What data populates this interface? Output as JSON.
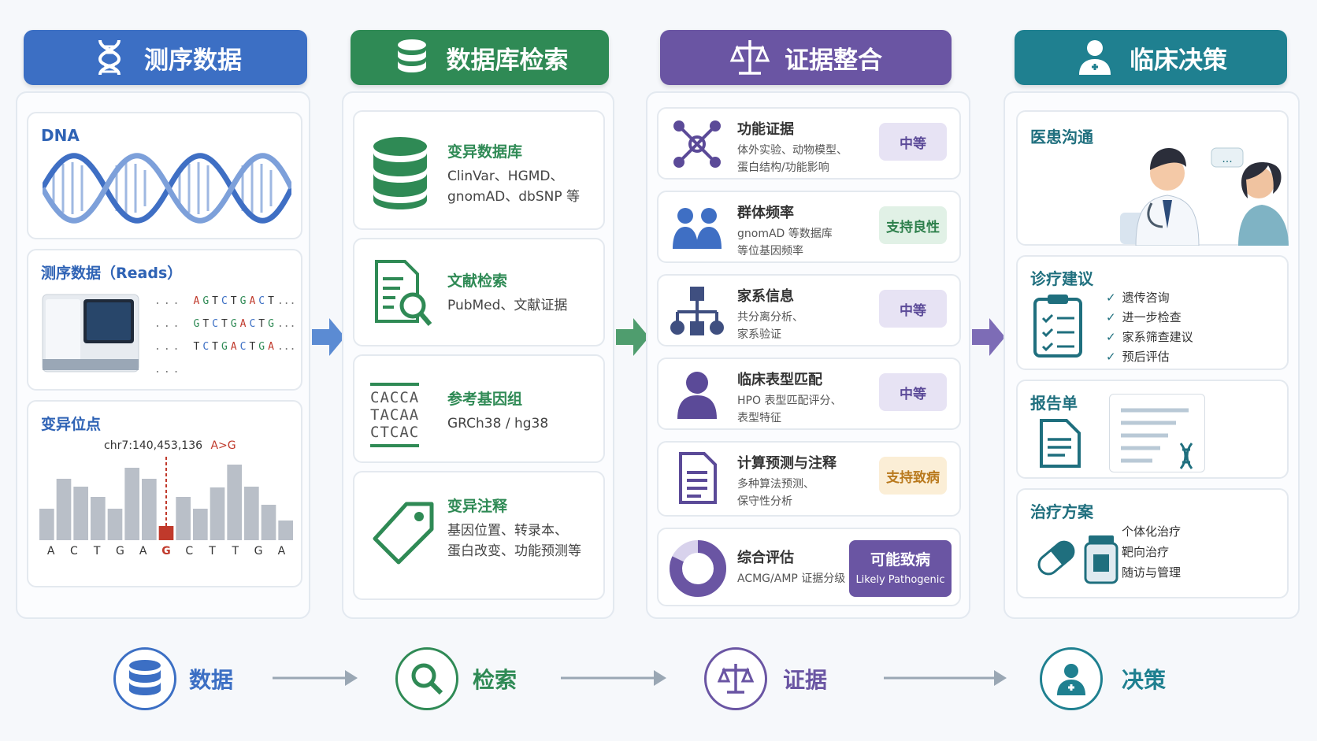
{
  "columns": [
    {
      "title": "测序数据",
      "color": "#3c6fc4"
    },
    {
      "title": "数据库检索",
      "color": "#2f8a55"
    },
    {
      "title": "证据整合",
      "color": "#6a55a3"
    },
    {
      "title": "临床决策",
      "color": "#1f8090"
    }
  ],
  "seq": {
    "dna_label": "DNA",
    "reads_label": "测序数据（Reads）",
    "reads": [
      "AGTCTGACT",
      "GTCTGACTG",
      "TCTGACTGA"
    ],
    "ellipsis": "...",
    "variant_label": "变异位点",
    "position": "chr7:140,453,136",
    "change": "A>G",
    "bases": [
      "A",
      "C",
      "T",
      "G",
      "A",
      "G",
      "C",
      "T",
      "T",
      "G",
      "A"
    ],
    "highlight_index": 5,
    "coverage": [
      [
        0.4,
        0.78,
        0.68,
        0.55,
        0.4,
        0.92,
        0.78,
        0.18,
        0.55,
        0.4,
        0.67,
        0.96,
        0.68,
        0.45,
        0.25
      ]
    ]
  },
  "db": [
    {
      "title": "变异数据库",
      "lines": [
        "ClinVar、HGMD、",
        "gnomAD、dbSNP 等"
      ]
    },
    {
      "title": "文献检索",
      "lines": [
        "PubMed、文献证据"
      ]
    },
    {
      "title": "参考基因组",
      "lines": [
        "GRCh38 / hg38"
      ],
      "glyph": [
        "CACCA",
        "TACAA",
        "CTCAC"
      ]
    },
    {
      "title": "变异注释",
      "lines": [
        "基因位置、转录本、",
        "蛋白改变、功能预测等"
      ]
    }
  ],
  "evidence": [
    {
      "title": "功能证据",
      "lines": [
        "体外实验、动物模型、",
        "蛋白结构/功能影响"
      ],
      "badge": "中等",
      "badge_kind": "purple",
      "icon": "network-icon"
    },
    {
      "title": "群体频率",
      "lines": [
        "gnomAD 等数据库",
        "等位基因频率"
      ],
      "badge": "支持良性",
      "badge_kind": "green",
      "icon": "people-icon"
    },
    {
      "title": "家系信息",
      "lines": [
        "共分离分析、",
        "家系验证"
      ],
      "badge": "中等",
      "badge_kind": "purple",
      "icon": "pedigree-icon"
    },
    {
      "title": "临床表型匹配",
      "lines": [
        "HPO 表型匹配评分、",
        "表型特征"
      ],
      "badge": "中等",
      "badge_kind": "purple",
      "icon": "person-icon"
    },
    {
      "title": "计算预测与注释",
      "lines": [
        "多种算法预测、",
        "保守性分析"
      ],
      "badge": "支持致病",
      "badge_kind": "orange",
      "icon": "document-icon"
    }
  ],
  "summary": {
    "title": "综合评估",
    "desc": "ACMG/AMP 证据分级",
    "verdict": "可能致病",
    "verdict_en": "Likely Pathogenic",
    "score": 0.82
  },
  "clinic": {
    "comm_title": "医患沟通",
    "bubble": "...",
    "advice_title": "诊疗建议",
    "advice": [
      "遗传咨询",
      "进一步检查",
      "家系筛查建议",
      "预后评估"
    ],
    "report_title": "报告单",
    "treat_title": "治疗方案",
    "treatments": [
      "个体化治疗",
      "靶向治疗",
      "随访与管理"
    ]
  },
  "footer": [
    {
      "label": "数据",
      "color": "#3c6fc4",
      "icon": "database-icon"
    },
    {
      "label": "检索",
      "color": "#2f8a55",
      "icon": "search-icon"
    },
    {
      "label": "证据",
      "color": "#6a55a3",
      "icon": "scale-icon"
    },
    {
      "label": "决策",
      "color": "#1f8090",
      "icon": "doctor-icon"
    }
  ],
  "badge_colors": {
    "purple": {
      "bg": "#e7e3f4",
      "fg": "#5b4a98"
    },
    "green": {
      "bg": "#e1f1e6",
      "fg": "#2d7f4b"
    },
    "orange": {
      "bg": "#fbeed6",
      "fg": "#b9791d"
    }
  }
}
